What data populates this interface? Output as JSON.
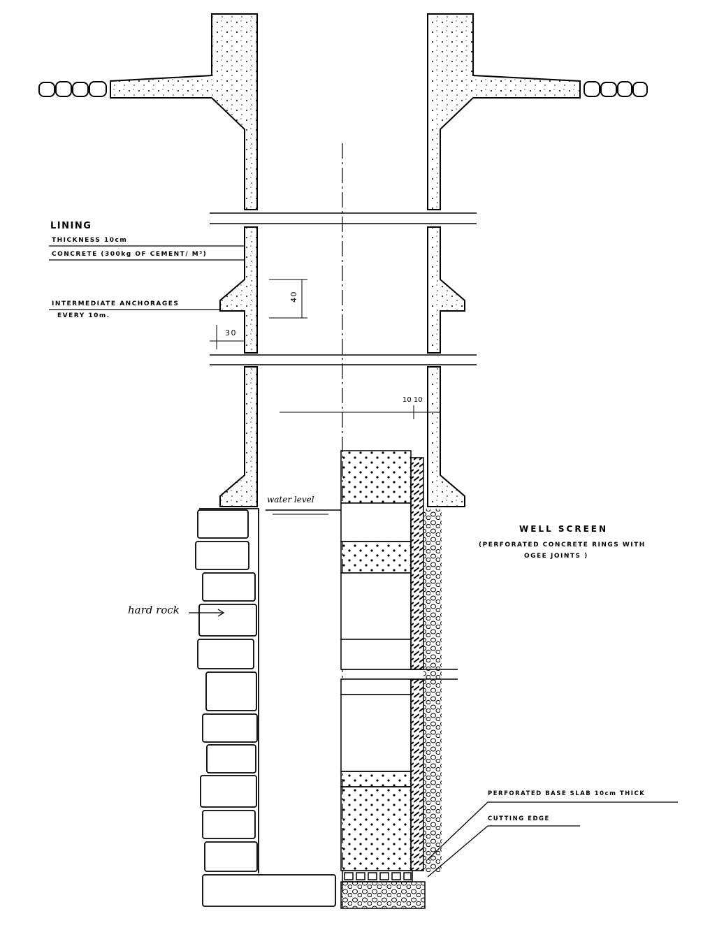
{
  "lining": {
    "title": "LINING",
    "thickness": "THICKNESS   10cm",
    "concrete": "CONCRETE (300kg OF CEMENT/ M³)",
    "anchorages": "INTERMEDIATE  ANCHORAGES",
    "anchorages_every": "EVERY  10m."
  },
  "dimensions": {
    "anchorage_width": "30",
    "anchorage_height": "40",
    "gap": "10 10"
  },
  "water_level": "water level",
  "rock": "hard rock",
  "well_screen": {
    "title": "WELL  SCREEN",
    "desc_line1": "(PERFORATED  CONCRETE  RINGS  WITH",
    "desc_line2": "OGEE   JOINTS )"
  },
  "base_slab": "PERFORATED  BASE  SLAB  10cm  THICK",
  "cutting_edge": "CUTTING   EDGE"
}
